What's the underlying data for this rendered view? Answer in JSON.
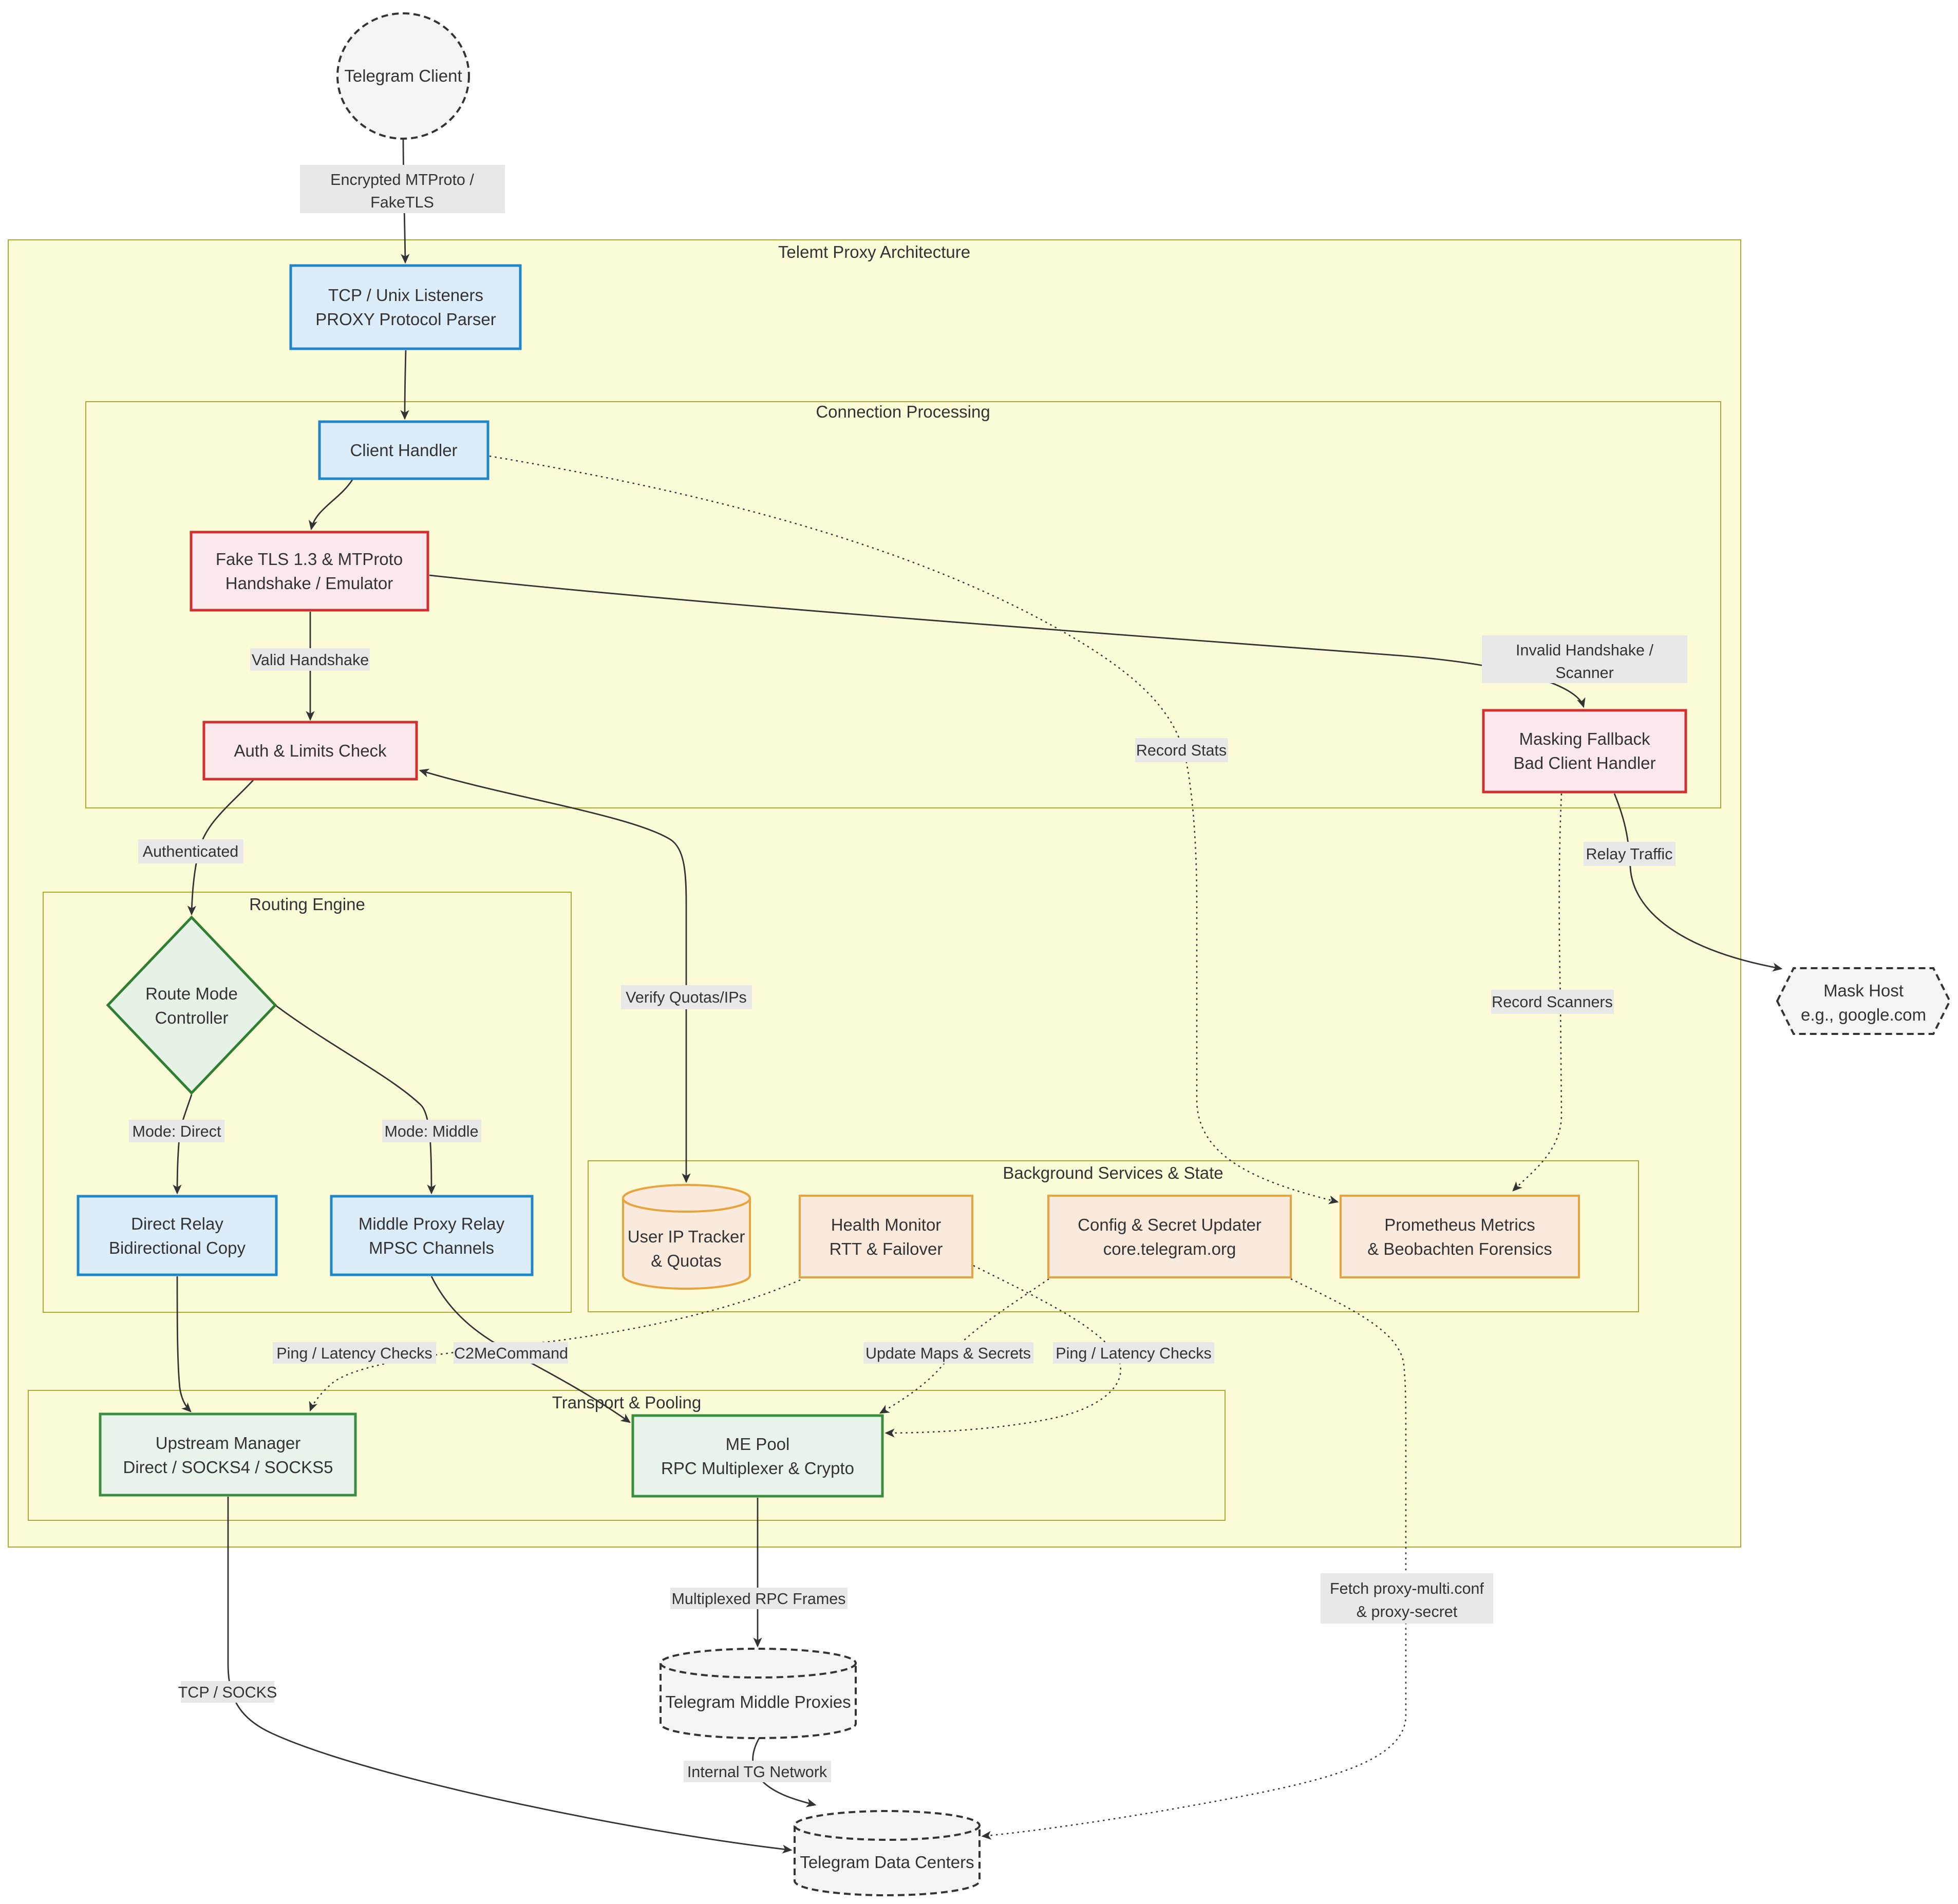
{
  "diagram": {
    "type": "flowchart",
    "title": "Telemt Proxy Architecture",
    "colors": {
      "subgraph_fill": "#fbfbd8",
      "subgraph_border": "#aaaa33",
      "blue_fill": "#dcedf9",
      "blue_border": "#1d87c9",
      "pink_fill": "#fbe8ec",
      "pink_border": "#d03030",
      "green_fill": "#e8f3ea",
      "green_border": "#3a8e3f",
      "orange_fill": "#faeadd",
      "orange_border": "#e8a33d",
      "neutral_fill": "#f4f4f4",
      "edge_color": "#333333",
      "label_bg": "#e8e8e8",
      "text_color": "#333333"
    },
    "subgraphs": {
      "outer": {
        "label": "Telemt Proxy Architecture"
      },
      "connection": {
        "label": "Connection Processing"
      },
      "routing": {
        "label": "Routing Engine"
      },
      "background": {
        "label": "Background Services & State"
      },
      "transport": {
        "label": "Transport & Pooling"
      }
    },
    "nodes": {
      "telegram_client": {
        "shape": "circle-dashed",
        "line1": "Telegram Client"
      },
      "tcp_listeners": {
        "shape": "rect-blue",
        "line1": "TCP / Unix Listeners",
        "line2": "PROXY Protocol Parser"
      },
      "client_handler": {
        "shape": "rect-blue",
        "line1": "Client Handler"
      },
      "fake_tls": {
        "shape": "rect-pink",
        "line1": "Fake TLS 1.3 & MTProto",
        "line2": "Handshake / Emulator"
      },
      "auth_check": {
        "shape": "rect-pink",
        "line1": "Auth & Limits Check"
      },
      "masking": {
        "shape": "rect-pink",
        "line1": "Masking Fallback",
        "line2": "Bad Client Handler"
      },
      "route_mode": {
        "shape": "diamond-green",
        "line1": "Route Mode",
        "line2": "Controller"
      },
      "direct_relay": {
        "shape": "rect-blue",
        "line1": "Direct Relay",
        "line2": "Bidirectional Copy"
      },
      "middle_relay": {
        "shape": "rect-blue",
        "line1": "Middle Proxy Relay",
        "line2": "MPSC Channels"
      },
      "ip_tracker": {
        "shape": "cylinder-orange",
        "line1": "User IP Tracker",
        "line2": "& Quotas"
      },
      "health_monitor": {
        "shape": "rect-orange",
        "line1": "Health Monitor",
        "line2": "RTT & Failover"
      },
      "config_updater": {
        "shape": "rect-orange",
        "line1": "Config & Secret Updater",
        "line2": "core.telegram.org"
      },
      "prometheus": {
        "shape": "rect-orange",
        "line1": "Prometheus Metrics",
        "line2": "& Beobachten Forensics"
      },
      "upstream_manager": {
        "shape": "rect-green",
        "line1": "Upstream Manager",
        "line2": "Direct / SOCKS4 / SOCKS5"
      },
      "me_pool": {
        "shape": "rect-green",
        "line1": "ME Pool",
        "line2": "RPC Multiplexer & Crypto"
      },
      "mask_host": {
        "shape": "hexagon-dashed",
        "line1": "Mask Host",
        "line2": "e.g., google.com"
      },
      "middle_proxies": {
        "shape": "cylinder-dashed",
        "line1": "Telegram Middle Proxies"
      },
      "data_centers": {
        "shape": "cylinder-dashed",
        "line1": "Telegram Data Centers"
      }
    },
    "edge_labels": {
      "encrypted": {
        "line1": "Encrypted MTProto /",
        "line2": "FakeTLS"
      },
      "valid": {
        "line1": "Valid Handshake"
      },
      "invalid": {
        "line1": "Invalid Handshake /",
        "line2": "Scanner"
      },
      "record_stats": {
        "line1": "Record Stats"
      },
      "authenticated": {
        "line1": "Authenticated"
      },
      "verify": {
        "line1": "Verify Quotas/IPs"
      },
      "relay_traffic": {
        "line1": "Relay Traffic"
      },
      "record_scanners": {
        "line1": "Record Scanners"
      },
      "mode_direct": {
        "line1": "Mode: Direct"
      },
      "mode_middle": {
        "line1": "Mode: Middle"
      },
      "ping_left": {
        "line1": "Ping / Latency Checks"
      },
      "c2me": {
        "line1": "C2MeCommand"
      },
      "update_maps": {
        "line1": "Update Maps & Secrets"
      },
      "ping_right": {
        "line1": "Ping / Latency Checks"
      },
      "mux_frames": {
        "line1": "Multiplexed RPC Frames"
      },
      "tcp_socks": {
        "line1": "TCP / SOCKS"
      },
      "fetch": {
        "line1": "Fetch proxy-multi.conf",
        "line2": "& proxy-secret"
      },
      "internal": {
        "line1": "Internal TG Network"
      }
    },
    "edges": [
      {
        "from": "telegram_client",
        "to": "tcp_listeners",
        "label": "Encrypted MTProto / FakeTLS",
        "style": "solid"
      },
      {
        "from": "tcp_listeners",
        "to": "client_handler",
        "label": "",
        "style": "solid"
      },
      {
        "from": "client_handler",
        "to": "fake_tls",
        "label": "",
        "style": "solid"
      },
      {
        "from": "client_handler",
        "to": "prometheus",
        "label": "Record Stats",
        "style": "dotted"
      },
      {
        "from": "fake_tls",
        "to": "auth_check",
        "label": "Valid Handshake",
        "style": "solid"
      },
      {
        "from": "fake_tls",
        "to": "masking",
        "label": "Invalid Handshake / Scanner",
        "style": "solid"
      },
      {
        "from": "auth_check",
        "to": "route_mode",
        "label": "Authenticated",
        "style": "solid"
      },
      {
        "from": "auth_check",
        "to": "ip_tracker",
        "label": "Verify Quotas/IPs",
        "style": "solid",
        "bidirectional": true
      },
      {
        "from": "masking",
        "to": "mask_host",
        "label": "Relay Traffic",
        "style": "solid"
      },
      {
        "from": "masking",
        "to": "prometheus",
        "label": "Record Scanners",
        "style": "dotted"
      },
      {
        "from": "route_mode",
        "to": "direct_relay",
        "label": "Mode: Direct",
        "style": "solid"
      },
      {
        "from": "route_mode",
        "to": "middle_relay",
        "label": "Mode: Middle",
        "style": "solid"
      },
      {
        "from": "direct_relay",
        "to": "upstream_manager",
        "label": "",
        "style": "solid"
      },
      {
        "from": "middle_relay",
        "to": "me_pool",
        "label": "C2MeCommand",
        "style": "solid"
      },
      {
        "from": "health_monitor",
        "to": "upstream_manager",
        "label": "Ping / Latency Checks",
        "style": "dotted"
      },
      {
        "from": "health_monitor",
        "to": "me_pool",
        "label": "Ping / Latency Checks",
        "style": "dotted"
      },
      {
        "from": "config_updater",
        "to": "me_pool",
        "label": "Update Maps & Secrets",
        "style": "dotted"
      },
      {
        "from": "config_updater",
        "to": "data_centers",
        "label": "Fetch proxy-multi.conf & proxy-secret",
        "style": "dotted"
      },
      {
        "from": "upstream_manager",
        "to": "data_centers",
        "label": "TCP / SOCKS",
        "style": "solid"
      },
      {
        "from": "me_pool",
        "to": "middle_proxies",
        "label": "Multiplexed RPC Frames",
        "style": "solid"
      },
      {
        "from": "middle_proxies",
        "to": "data_centers",
        "label": "Internal TG Network",
        "style": "solid"
      }
    ]
  }
}
